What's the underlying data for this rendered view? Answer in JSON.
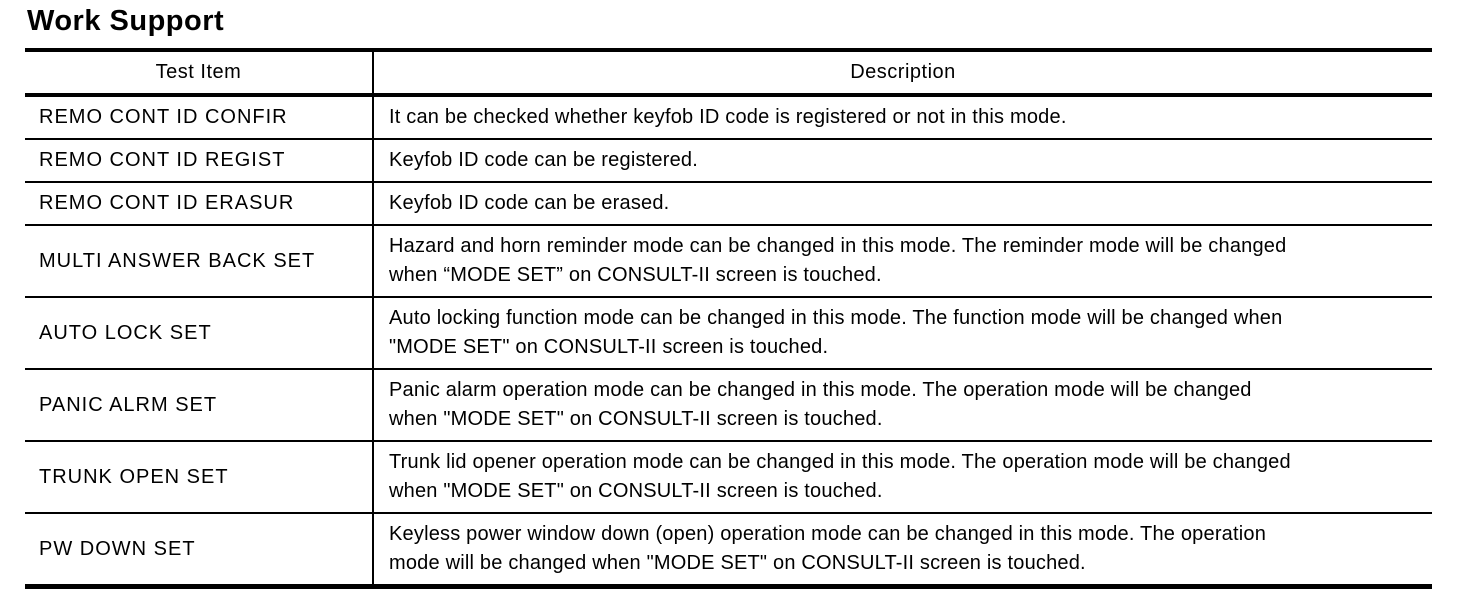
{
  "page": {
    "title": "Work Support"
  },
  "table": {
    "columns": {
      "test_item": "Test Item",
      "description": "Description"
    },
    "rows": [
      {
        "test_item": "REMO CONT ID CONFIR",
        "description": "It can be checked whether keyfob ID code is registered or not in this mode."
      },
      {
        "test_item": "REMO CONT ID REGIST",
        "description": "Keyfob ID code can be registered."
      },
      {
        "test_item": "REMO CONT ID ERASUR",
        "description": "Keyfob ID code can be erased."
      },
      {
        "test_item": "MULTI ANSWER BACK SET",
        "description": "Hazard and horn reminder mode can be changed in this mode. The reminder mode will be changed\nwhen “MODE SET” on CONSULT-II screen is touched."
      },
      {
        "test_item": "AUTO LOCK SET",
        "description": "Auto locking function mode can be changed in this mode. The function mode will be changed when\n\"MODE SET\" on CONSULT-II screen is touched."
      },
      {
        "test_item": "PANIC ALRM SET",
        "description": "Panic alarm operation mode can be changed in this mode. The operation mode will be changed\nwhen \"MODE SET\" on CONSULT-II screen is touched."
      },
      {
        "test_item": "TRUNK OPEN SET",
        "description": "Trunk lid opener operation mode can be changed in this mode. The operation mode will be changed\nwhen \"MODE SET\" on CONSULT-II screen is touched."
      },
      {
        "test_item": "PW DOWN SET",
        "description": "Keyless power window down (open) operation mode can be changed in this mode. The operation\nmode will be changed when \"MODE SET\" on CONSULT-II screen is touched."
      }
    ]
  },
  "colors": {
    "text": "#000000",
    "background": "#ffffff",
    "border": "#000000"
  }
}
